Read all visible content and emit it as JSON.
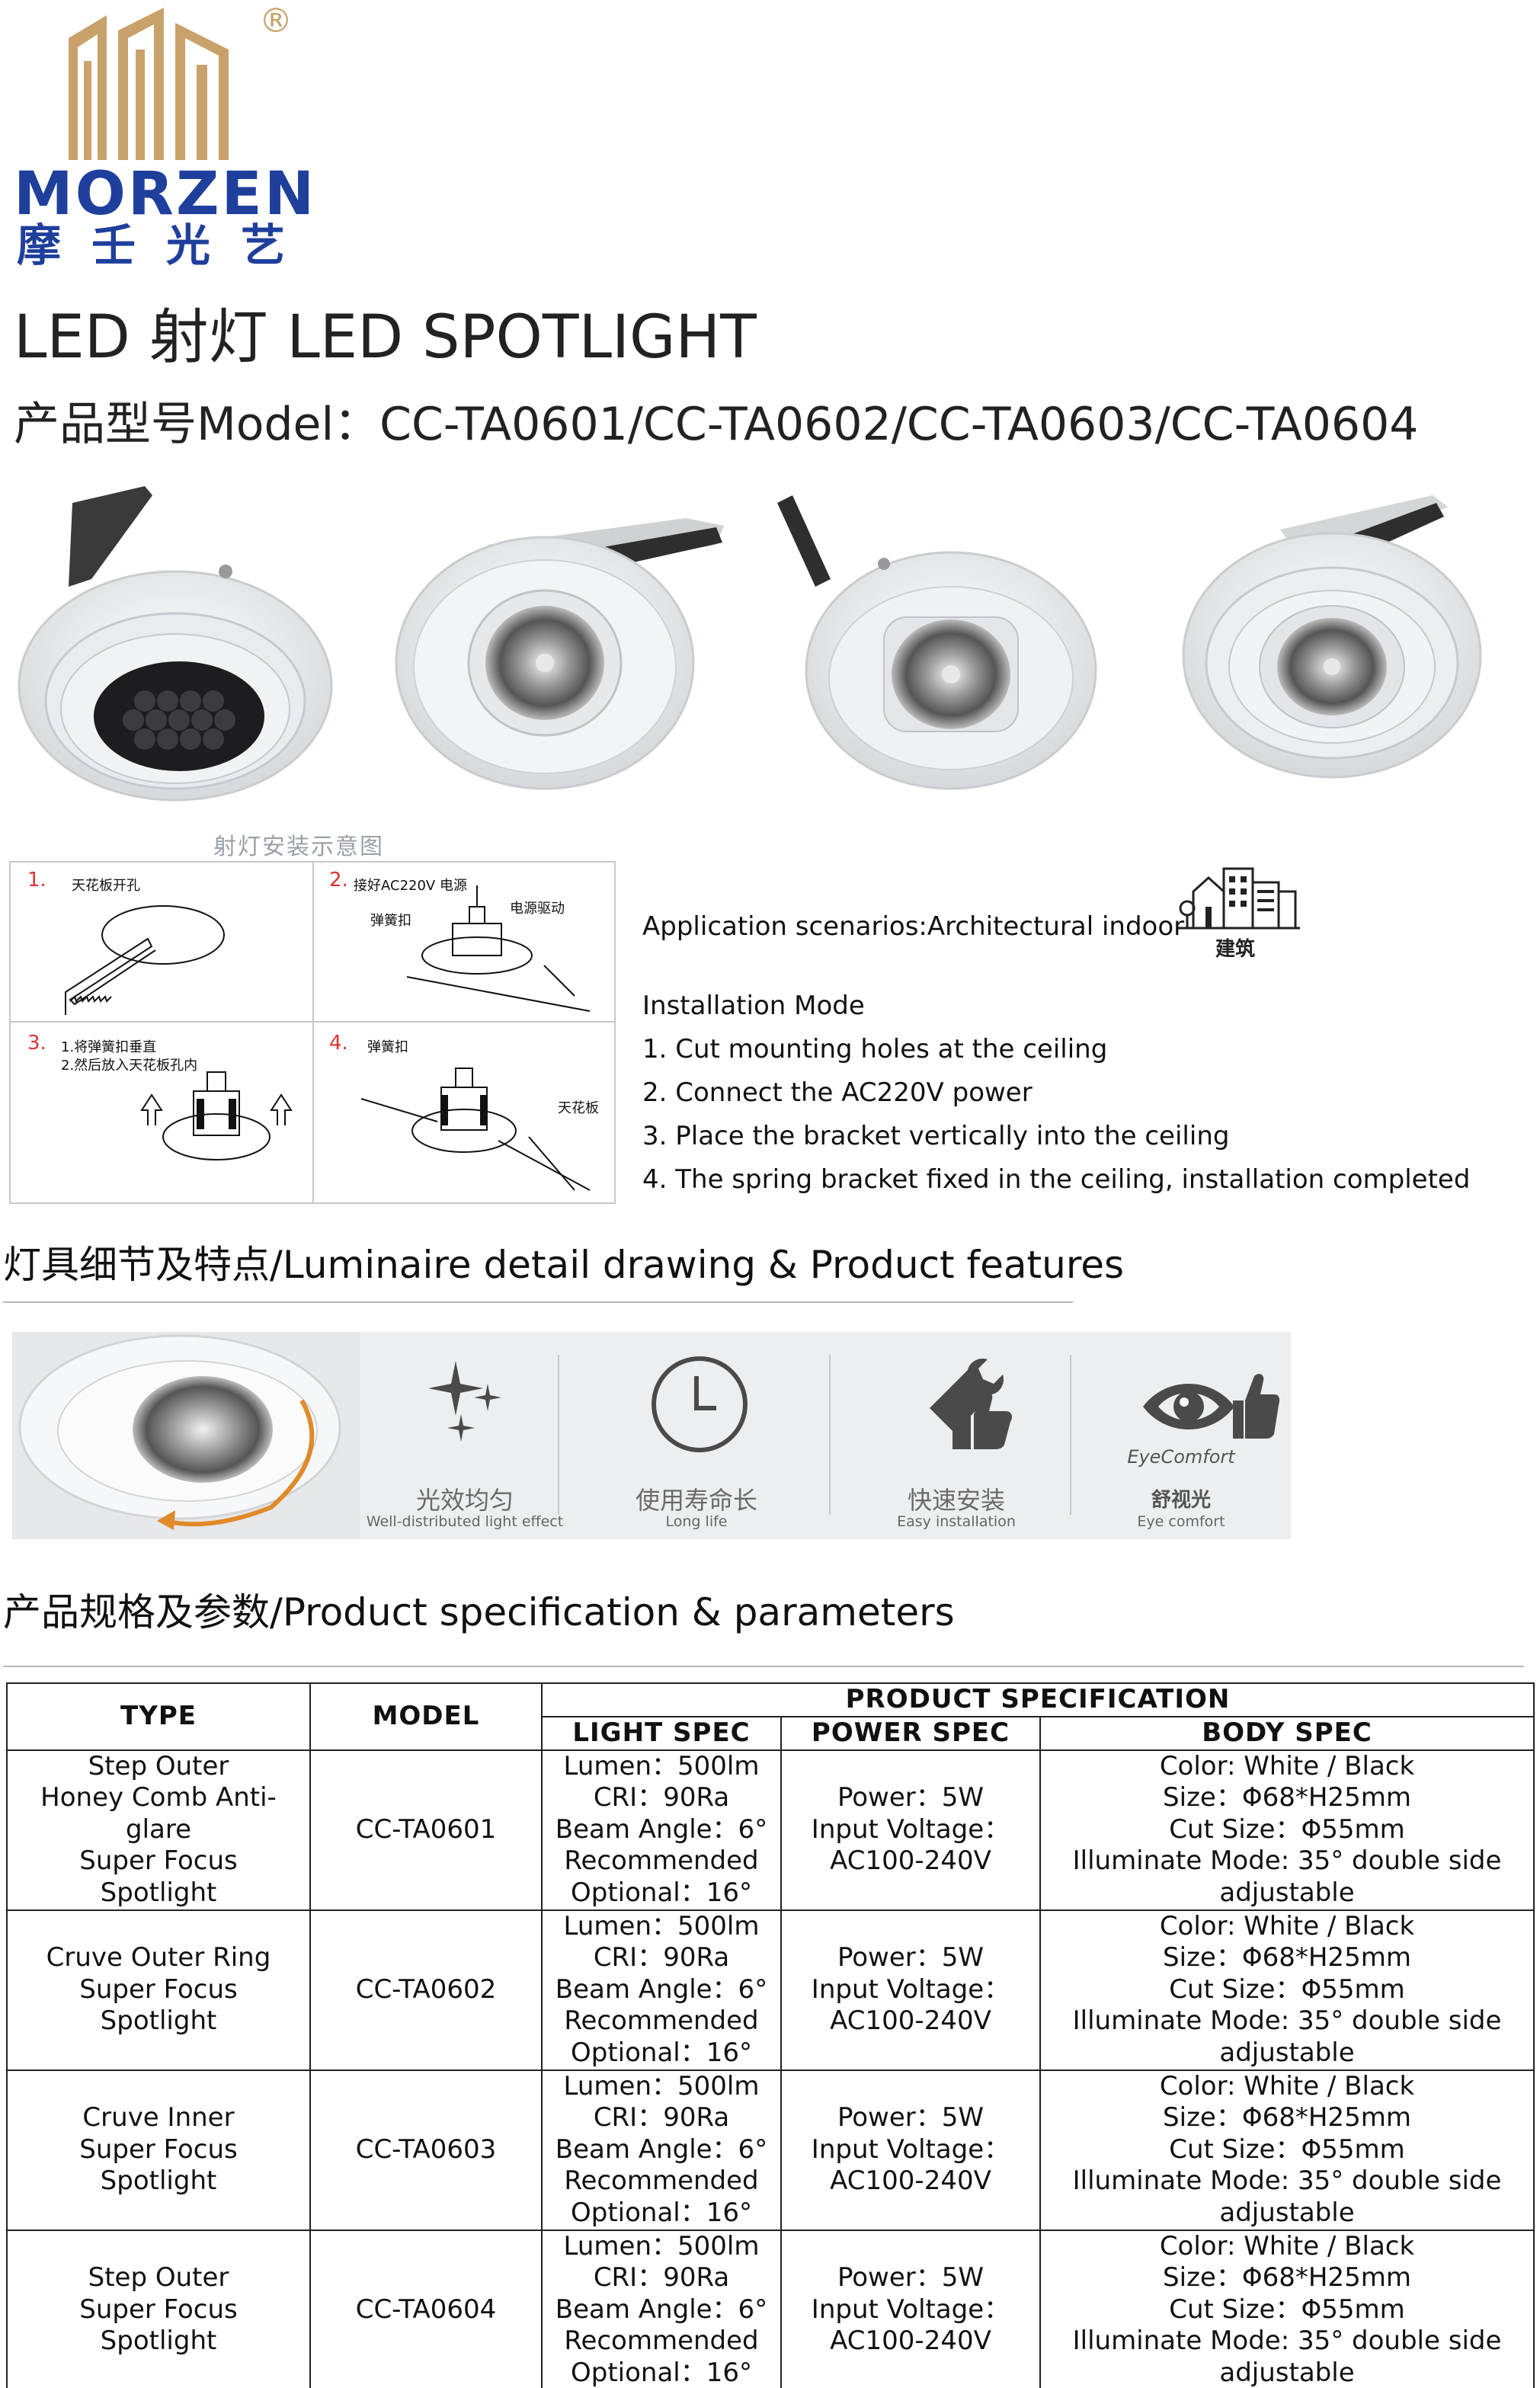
{
  "logo": {
    "brand": "MORZEN",
    "brand_cn": "摩壬光艺",
    "registered": "®",
    "colors": {
      "gold": "#c9a26b",
      "blue": "#1f3f9c"
    }
  },
  "title": "LED 射灯 LED SPOTLIGHT",
  "model_line": "产品型号Model：CC-TA0601/CC-TA0602/CC-TA0603/CC-TA0604",
  "diagram": {
    "title": "射灯安装示意图",
    "steps": [
      {
        "num": "1.",
        "text": "天花板开孔"
      },
      {
        "num": "2.",
        "text": "接好AC220V 电源",
        "label_a": "弹簧扣",
        "label_b": "电源驱动"
      },
      {
        "num": "3.",
        "text": "1.将弹簧扣垂直",
        "text2": "2.然后放入天花板孔内"
      },
      {
        "num": "4.",
        "text": "弹簧扣",
        "label_a": "天花板"
      }
    ]
  },
  "application": {
    "text": "Application scenarios:Architectural indoor",
    "icon": "building-icon",
    "icon_label": "建筑"
  },
  "installation": {
    "heading": "Installation Mode",
    "steps": [
      "1. Cut mounting holes at the ceiling",
      "2. Connect the AC220V power",
      "3. Place the bracket vertically into the ceiling",
      "4. The spring bracket fixed in the ceiling, installation completed"
    ]
  },
  "features_heading": "灯具细节及特点/Luminaire detail drawing & Product features",
  "features": [
    {
      "icon": "sparkle-icon",
      "cn": "光效均匀",
      "en": "Well-distributed light effect"
    },
    {
      "icon": "clock-icon",
      "cn": "使用寿命长",
      "en": "Long life"
    },
    {
      "icon": "wrench-thumb-icon",
      "cn": "快速安装",
      "en": "Easy installation"
    },
    {
      "icon": "eye-comfort-icon",
      "brand": "EyeComfort",
      "cn": "舒视光",
      "en": "Eye comfort"
    }
  ],
  "spec_heading": "产品规格及参数/Product specification & parameters",
  "spec_table": {
    "headers": {
      "type": "TYPE",
      "model": "MODEL",
      "product_spec": "PRODUCT SPECIFICATION",
      "light_spec": "LIGHT SPEC",
      "power_spec": "POWER SPEC",
      "body_spec": "BODY SPEC"
    },
    "rows": [
      {
        "type": [
          "Step Outer",
          "Honey Comb Anti-",
          "glare",
          "Super Focus",
          "Spotlight"
        ],
        "model": "CC-TA0601",
        "light": [
          "Lumen：500lm",
          "CRI：90Ra",
          "Beam Angle：6°",
          "Recommended",
          "Optional：16°"
        ],
        "power": [
          "Power：5W",
          "Input Voltage：",
          "AC100-240V"
        ],
        "body": [
          "Color: White / Black",
          "Size：Φ68*H25mm",
          "Cut Size：Φ55mm",
          "Illuminate Mode: 35° double side",
          "adjustable"
        ]
      },
      {
        "type": [
          "Cruve Outer Ring",
          "Super Focus",
          "Spotlight"
        ],
        "model": "CC-TA0602",
        "light": [
          "Lumen：500lm",
          "CRI：90Ra",
          "Beam Angle：6°",
          "Recommended",
          "Optional：16°"
        ],
        "power": [
          "Power：5W",
          "Input Voltage：",
          "AC100-240V"
        ],
        "body": [
          "Color: White / Black",
          "Size：Φ68*H25mm",
          "Cut Size：Φ55mm",
          "Illuminate Mode: 35° double side",
          "adjustable"
        ]
      },
      {
        "type": [
          "Cruve Inner",
          "Super Focus",
          "Spotlight"
        ],
        "model": "CC-TA0603",
        "light": [
          "Lumen：500lm",
          "CRI：90Ra",
          "Beam Angle：6°",
          "Recommended",
          "Optional：16°"
        ],
        "power": [
          "Power：5W",
          "Input Voltage：",
          "AC100-240V"
        ],
        "body": [
          "Color: White / Black",
          "Size：Φ68*H25mm",
          "Cut Size：Φ55mm",
          "Illuminate Mode: 35° double side",
          "adjustable"
        ]
      },
      {
        "type": [
          "Step Outer",
          "Super Focus",
          "Spotlight"
        ],
        "model": "CC-TA0604",
        "light": [
          "Lumen：500lm",
          "CRI：90Ra",
          "Beam Angle：6°",
          "Recommended",
          "Optional：16°"
        ],
        "power": [
          "Power：5W",
          "Input Voltage：",
          "AC100-240V"
        ],
        "body": [
          "Color: White / Black",
          "Size：Φ68*H25mm",
          "Cut Size：Φ55mm",
          "Illuminate Mode: 35° double side",
          "adjustable"
        ]
      }
    ]
  }
}
